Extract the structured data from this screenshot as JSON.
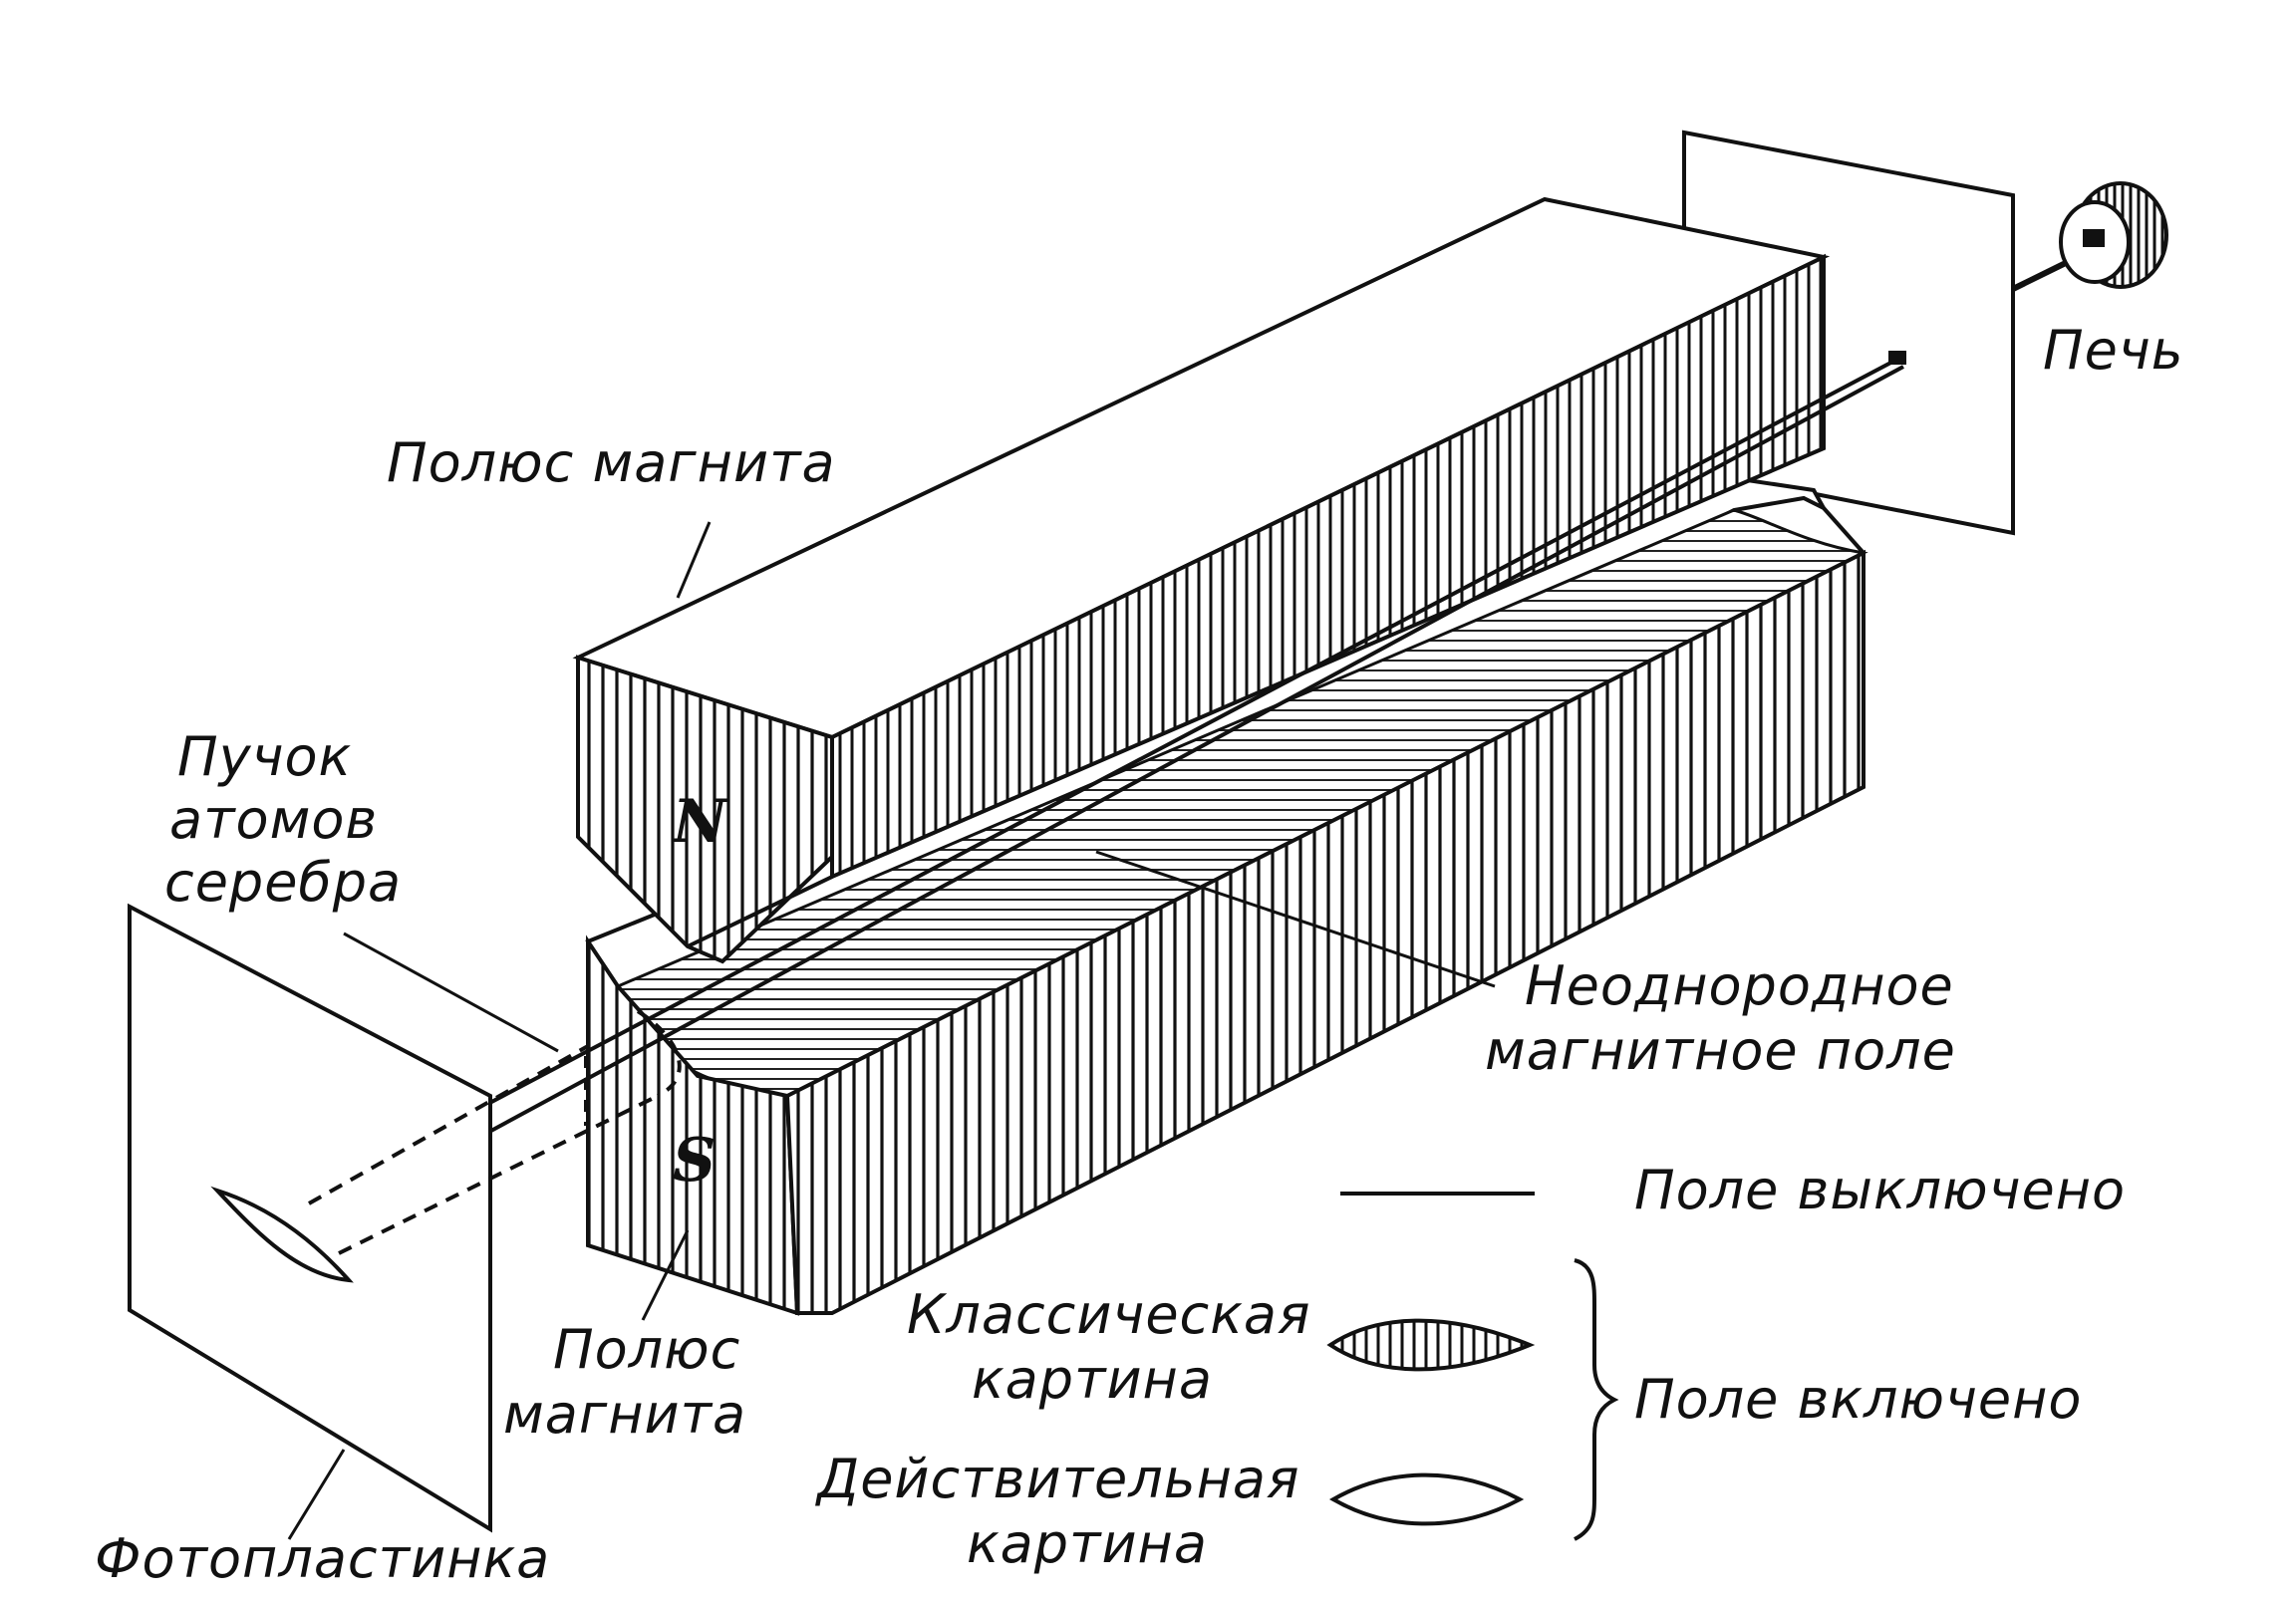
{
  "labels": {
    "magnet_pole_top": "Полюс магнита",
    "magnet_pole_bottom_line1": "Полюс",
    "magnet_pole_bottom_line2": "магнита",
    "oven": "Печь",
    "beam_line1": "Пучок",
    "beam_line2": "атомов",
    "beam_line3": "серебра",
    "field_line1": "Неоднородное",
    "field_line2": "магнитное поле",
    "photoplate": "Фотопластинка",
    "north": "N",
    "south": "S"
  },
  "legend": {
    "field_off": "Поле выключено",
    "classical_line1": "Классическая",
    "classical_line2": "картина",
    "actual_line1": "Действительная",
    "actual_line2": "картина",
    "field_on": "Поле включено"
  }
}
